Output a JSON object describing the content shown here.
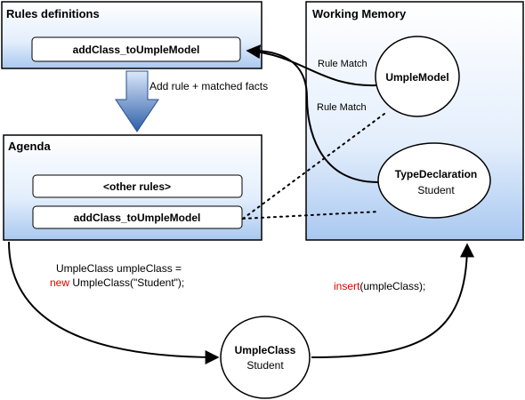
{
  "rules_panel": {
    "title": "Rules definitions",
    "rule": "addClass_toUmpleModel"
  },
  "transfer_label": "Add rule + matched facts",
  "agenda_panel": {
    "title": "Agenda",
    "items": [
      "<other rules>",
      "addClass_toUmpleModel"
    ]
  },
  "memory_panel": {
    "title": "Working Memory",
    "facts": [
      {
        "name": "UmpleModel",
        "sub": ""
      },
      {
        "name": "TypeDeclaration",
        "sub": "Student"
      }
    ],
    "match_labels": [
      "Rule Match",
      "Rule Match"
    ]
  },
  "code_left": {
    "line1": "UmpleClass umpleClass =",
    "keyword": "new",
    "line2_rest": " UmpleClass(\"Student\");"
  },
  "code_right": {
    "keyword": "insert",
    "rest": "(umpleClass);"
  },
  "new_fact": {
    "name": "UmpleClass",
    "sub": "Student"
  },
  "colors": {
    "panel_top": "#ffffff",
    "panel_bottom": "#a9c8f0",
    "arrow_top": "#d7e6fa",
    "arrow_bottom": "#2c5ea8",
    "keyword": "#e00000"
  }
}
